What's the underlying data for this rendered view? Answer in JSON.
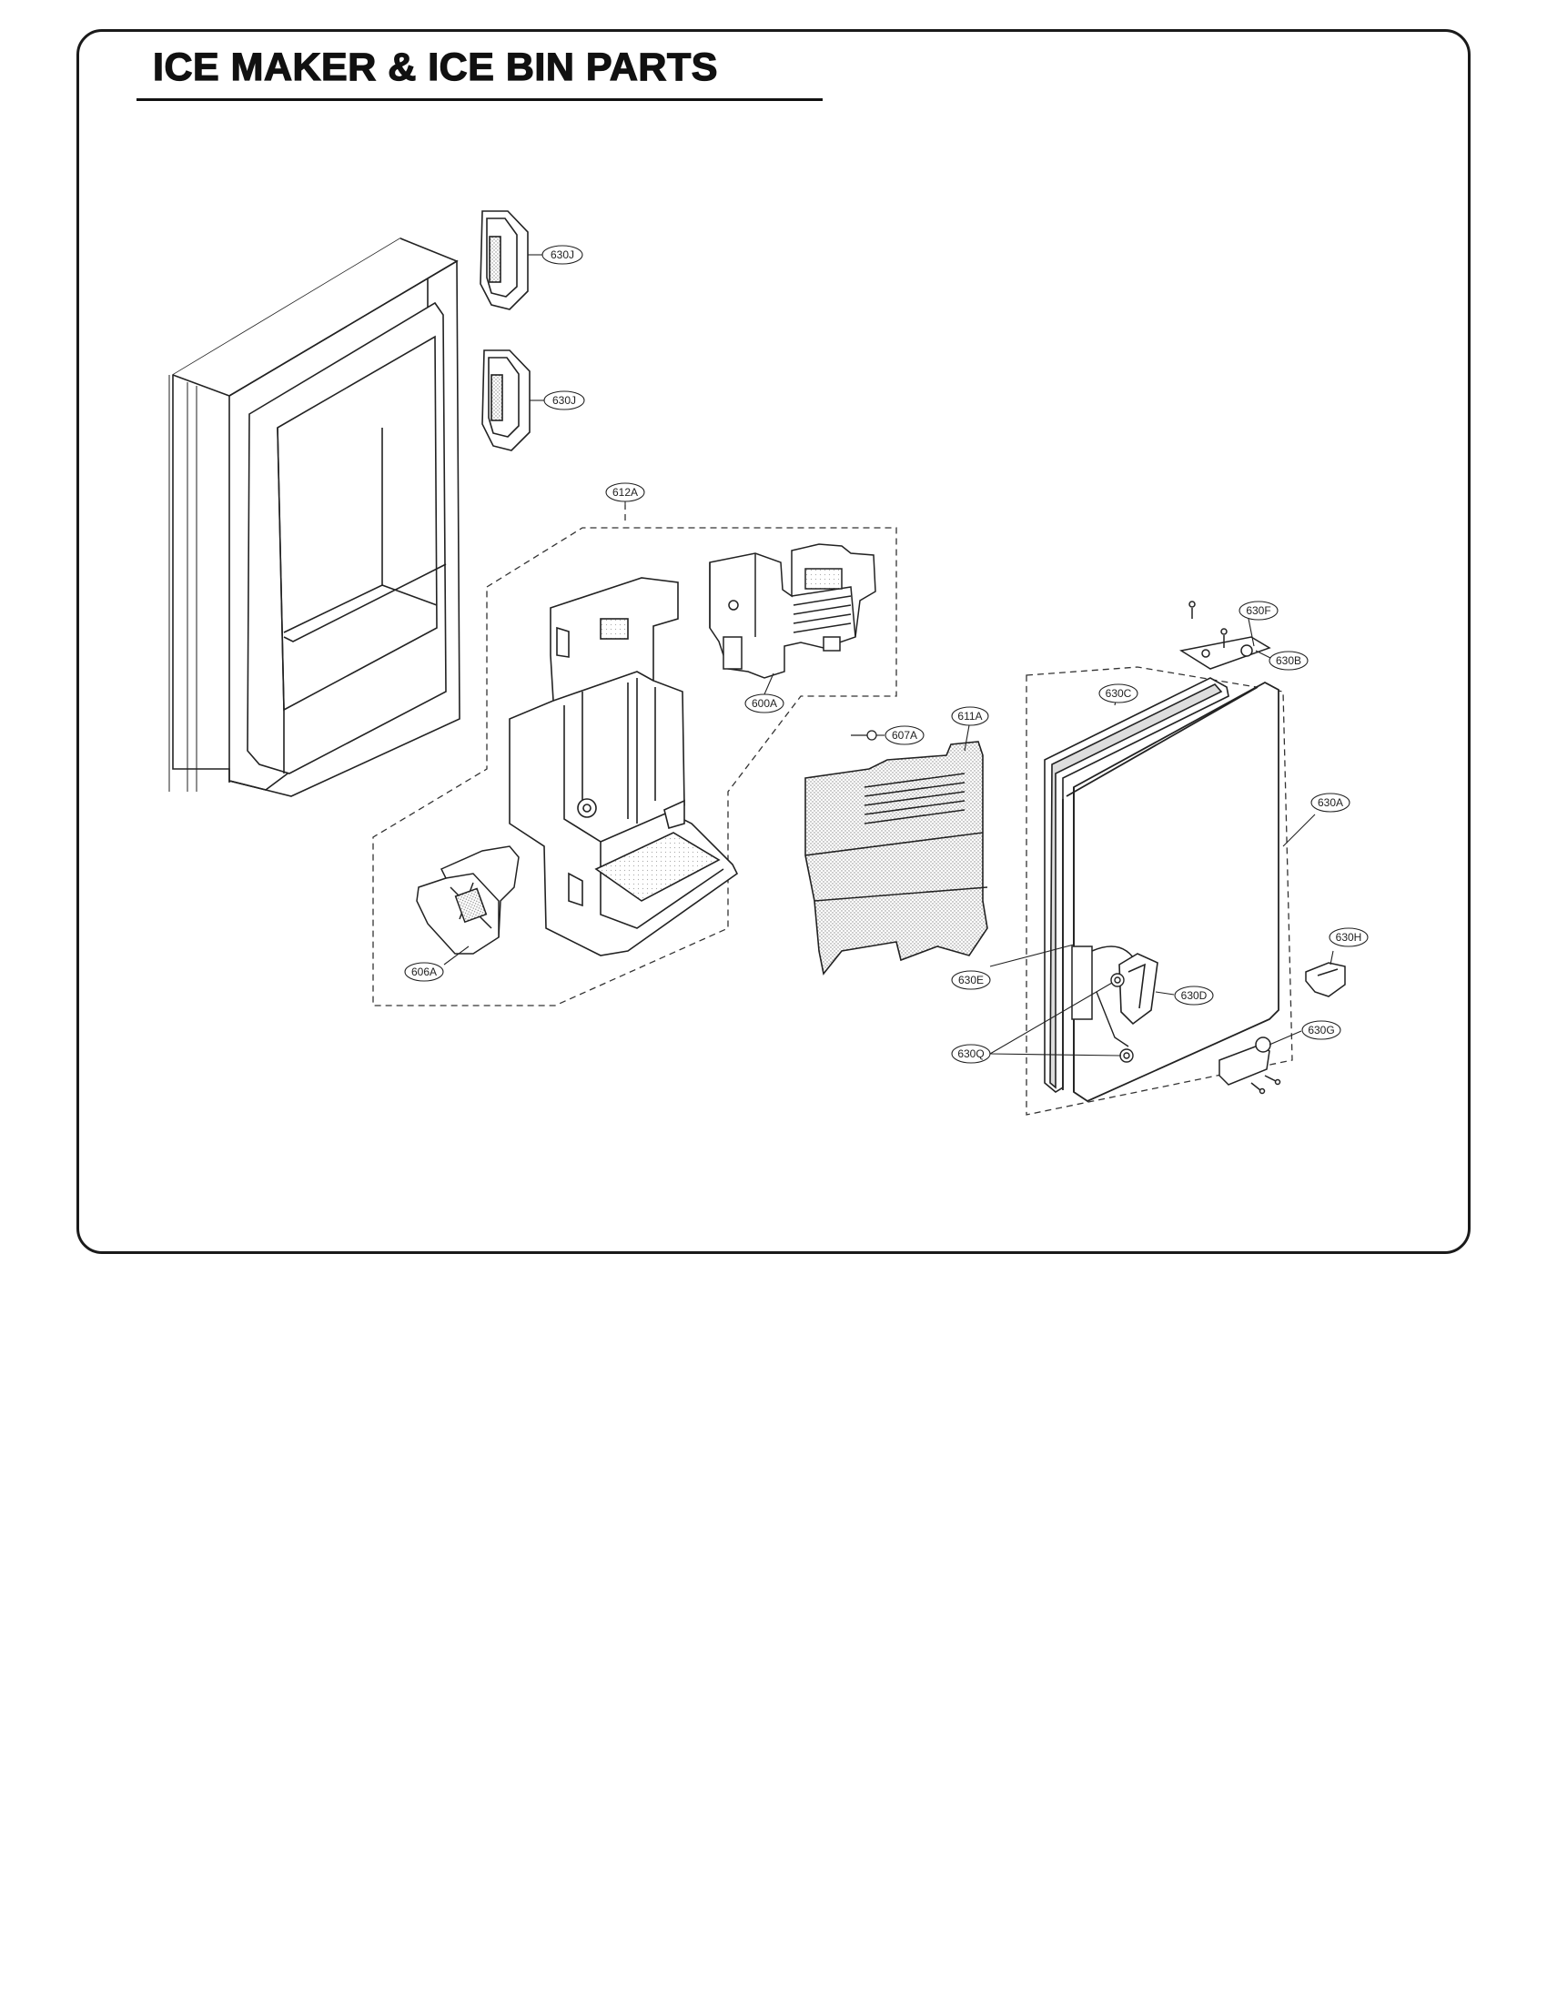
{
  "title": "ICE MAKER & ICE BIN PARTS",
  "parts": {
    "630J_upper": "630J",
    "630J_lower": "630J",
    "612A": "612A",
    "600A": "600A",
    "607A": "607A",
    "611A": "611A",
    "606A": "606A",
    "630F": "630F",
    "630B": "630B",
    "630C": "630C",
    "630A": "630A",
    "630D": "630D",
    "630E": "630E",
    "630Q": "630Q",
    "630H": "630H",
    "630G": "630G"
  }
}
